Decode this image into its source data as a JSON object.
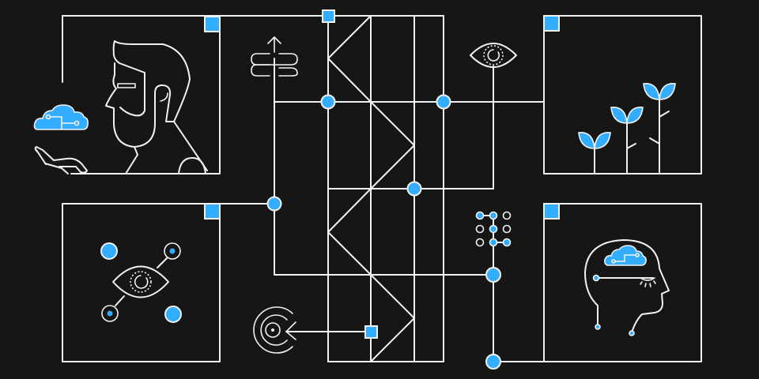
{
  "illustration": {
    "title": "AI network concept illustration",
    "background_color": "#161616",
    "line_color": "#f2f2f2",
    "accent_color": "#33adff",
    "panels": [
      {
        "id": "panel-person-cloud",
        "label": "Person holding cloud",
        "icons": [
          "man-profile-icon",
          "cloud-circuit-icon",
          "open-hand-icon"
        ]
      },
      {
        "id": "panel-growth",
        "label": "Growing plants",
        "icons": [
          "sprout-icon"
        ]
      },
      {
        "id": "panel-vision-network",
        "label": "Eye network",
        "icons": [
          "eye-icon",
          "node-icon"
        ]
      },
      {
        "id": "panel-ai-head",
        "label": "Head with cloud mind",
        "icons": [
          "head-profile-icon",
          "cloud-circuit-icon",
          "closed-eye-icon"
        ]
      }
    ],
    "connector_icons": [
      "signpost-arrow-icon",
      "eye-icon",
      "dot-grid-icon",
      "target-icon"
    ],
    "hub_count": 6,
    "square_marker_count": 6
  }
}
